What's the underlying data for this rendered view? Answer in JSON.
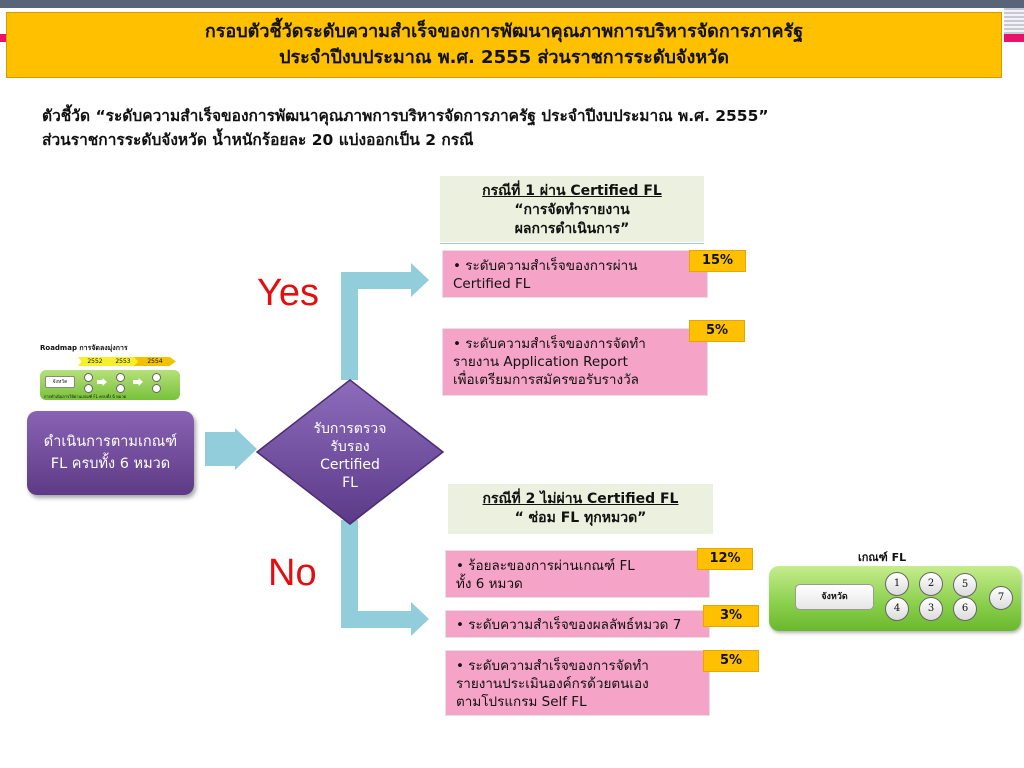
{
  "title": {
    "line1": "กรอบตัวชี้วัดระดับความสำเร็จของการพัฒนาคุณภาพการบริหารจัดการภาครัฐ",
    "line2": "ประจำปีงบประมาณ พ.ศ. 2555 ส่วนราชการระดับจังหวัด"
  },
  "indicator": {
    "line1": "ตัวชี้วัด  “ระดับความสำเร็จของการพัฒนาคุณภาพการบริหารจัดการภาครัฐ ประจำปีงบประมาณ พ.ศ. 2555”",
    "line2": "ส่วนราชการระดับจังหวัด  น้ำหนักร้อยละ 20  แบ่งออกเป็น 2 กรณี"
  },
  "roadmap": {
    "title": "Roadmap การจัดลงมุ่งการ",
    "years": [
      "2552",
      "2553",
      "2554"
    ],
    "province_label": "จังหวัด",
    "caption": "การดำเนินการให้ผ่านเกณฑ์ FL ครบทั้ง 6 หมวด"
  },
  "action_box": {
    "line1": "ดำเนินการตามเกณฑ์",
    "line2": "FL ครบทั้ง 6 หมวด"
  },
  "decision": {
    "line1": "รับการตรวจ",
    "line2": "รับรอง",
    "line3": "Certified",
    "line4": "FL"
  },
  "yes_label": "Yes",
  "no_label": "No",
  "case1": {
    "heading": "กรณีที่ 1 ผ่าน Certified FL",
    "sub1": "“การจัดทำรายงาน",
    "sub2": "ผลการดำเนินการ”",
    "items": [
      {
        "lines": [
          "•  ระดับความสำเร็จของการผ่าน",
          "    Certified FL"
        ],
        "weight": "15%"
      },
      {
        "lines": [
          "• ระดับความสำเร็จของการจัดทำ",
          "   รายงาน Application Report",
          "   เพื่อเตรียมการสมัครขอรับรางวัล"
        ],
        "weight": "5%"
      }
    ]
  },
  "case2": {
    "heading": "กรณีที่ 2 ไม่ผ่าน Certified FL",
    "sub1": "“ ซ่อม FL ทุกหมวด”",
    "items": [
      {
        "lines": [
          "•  ร้อยละของการผ่านเกณฑ์ FL",
          "    ทั้ง 6 หมวด"
        ],
        "weight": "12%"
      },
      {
        "lines": [
          "• ระดับความสำเร็จของผลลัพธ์หมวด 7"
        ],
        "weight": "3%"
      },
      {
        "lines": [
          "• ระดับความสำเร็จของการจัดทำ",
          "   รายงานประเมินองค์กรด้วยตนเอง",
          "   ตามโปรแกรม Self FL"
        ],
        "weight": "5%"
      }
    ]
  },
  "fl_criteria": {
    "label": "เกณฑ์ FL",
    "province": "จังหวัด",
    "categories": [
      "1",
      "2",
      "5",
      "4",
      "3",
      "6",
      "7"
    ]
  },
  "colors": {
    "title_bg": "#ffc000",
    "arrow": "#92cddc",
    "action_box": "#6f4a9a",
    "diamond": "#7a5aa8",
    "yes_no": "#e10f0f",
    "case_head_bg": "#ebf1de",
    "item_bg": "#f5a3c7",
    "badge_bg": "#ffc000"
  }
}
